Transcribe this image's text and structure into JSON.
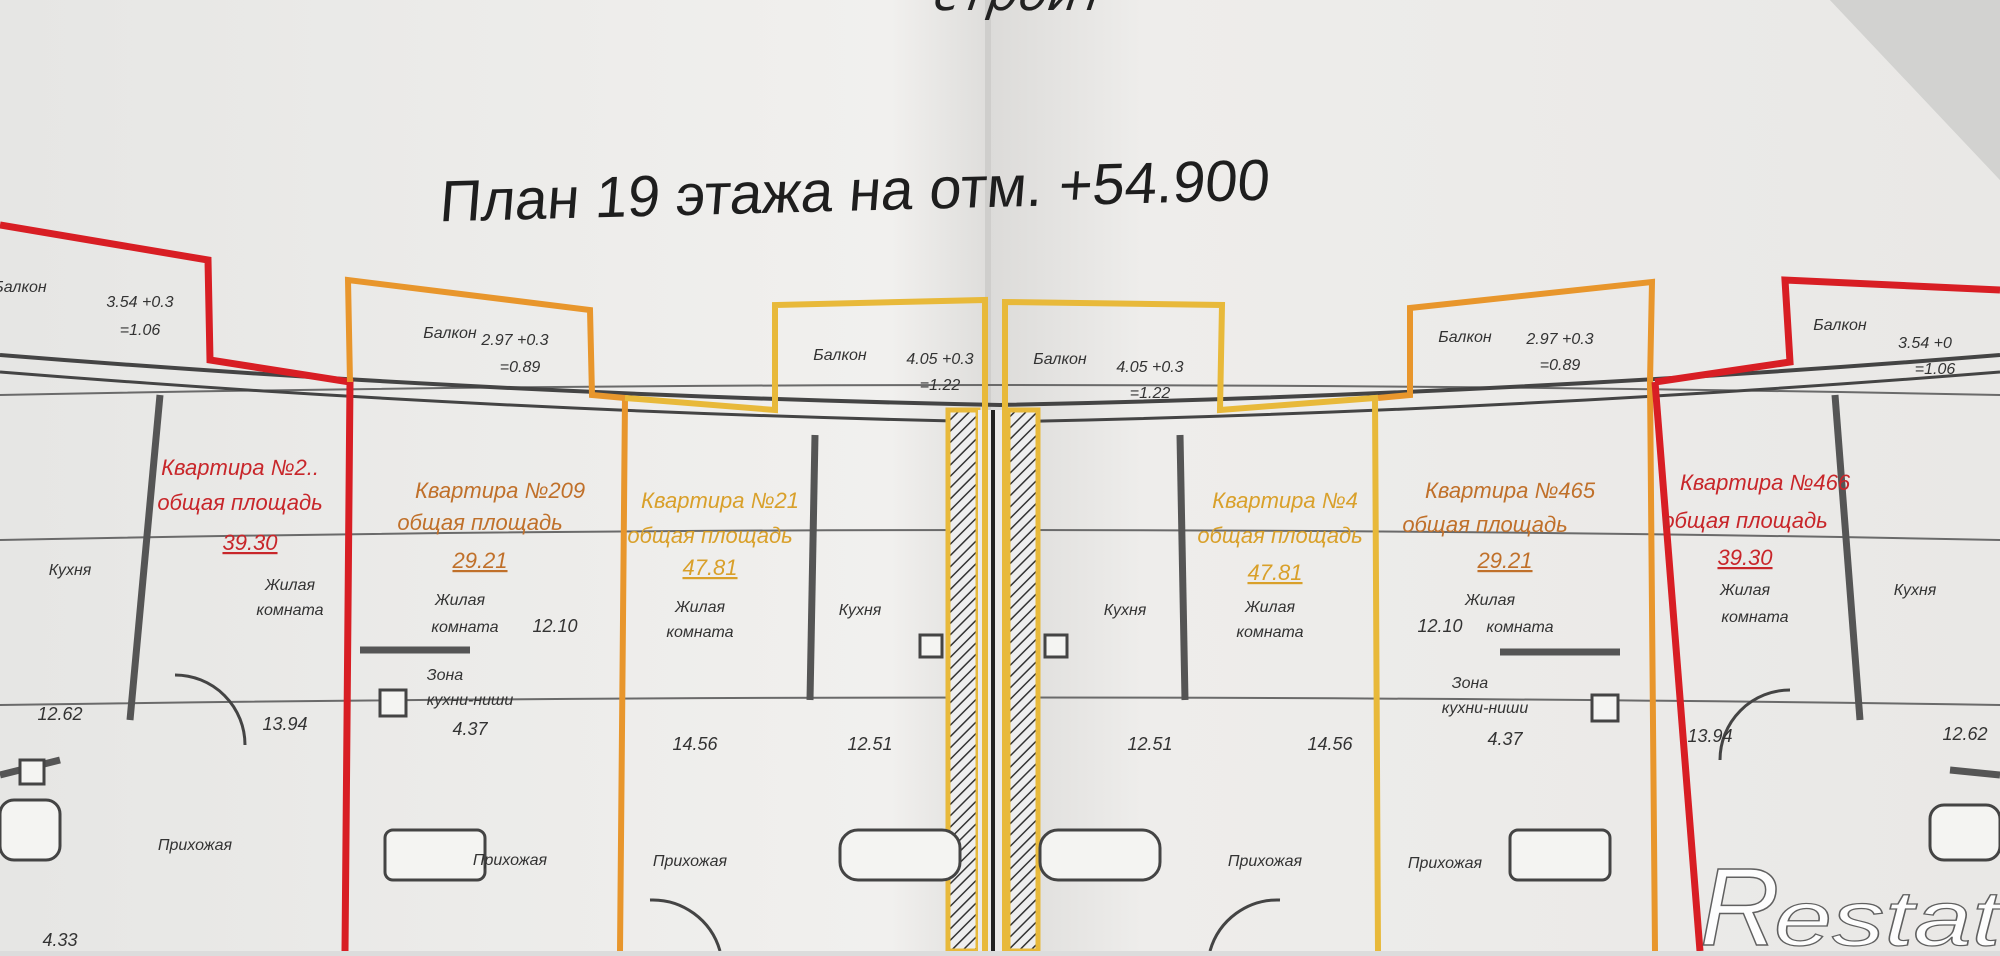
{
  "colors": {
    "paper": "#efeeec",
    "wall": "#5a5a5a",
    "red": "#d81e24",
    "orange": "#e8962c",
    "yellow": "#e8b93a",
    "red_text": "#c8262a",
    "orange_text": "#c0702a",
    "yellow_text": "#d9a02a"
  },
  "plan": {
    "title_partial": "строит",
    "title": "План  19 этажа на отм. +54.900"
  },
  "apartments": [
    {
      "label": "Квартира №2..",
      "area_label": "общая площадь",
      "area": "39.30",
      "color": "red",
      "balcony": {
        "label": "Балкон",
        "dims": "3.54 +0.3",
        "area": "=1.06"
      },
      "rooms": [
        "Кухня",
        "Жилая",
        "комната",
        "Прихожая"
      ],
      "numbers": [
        "12.62",
        "13.94",
        "4.33"
      ]
    },
    {
      "label": "Квартира №209",
      "area_label": "общая площадь",
      "area": "29.21",
      "color": "orange",
      "balcony": {
        "label": "Балкон",
        "dims": "2.97 +0.3",
        "area": "=0.89"
      },
      "rooms": [
        "Жилая",
        "комната",
        "Зона",
        "кухни-ниши",
        "Прихожая"
      ],
      "numbers": [
        "12.10",
        "4.37"
      ]
    },
    {
      "label": "Квартира №21",
      "area_label": "общая площадь",
      "area": "47.81",
      "color": "yellow",
      "balcony": {
        "label": "Балкон",
        "dims": "4.05 +0.3",
        "area": "=1.22"
      },
      "rooms": [
        "Жилая",
        "комната",
        "Кухня",
        "Прихожая"
      ],
      "numbers": [
        "14.56",
        "12.51"
      ]
    },
    {
      "label": "Квартира №4",
      "area_label": "общая площадь",
      "area": "47.81",
      "color": "yellow",
      "balcony": {
        "label": "Балкон",
        "dims": "4.05 +0.3",
        "area": "=1.22"
      },
      "rooms": [
        "Кухня",
        "Жилая",
        "комната",
        "Прихожая"
      ],
      "numbers": [
        "12.51",
        "14.56"
      ]
    },
    {
      "label": "Квартира №465",
      "area_label": "общая площадь",
      "area": "29.21",
      "color": "orange",
      "balcony": {
        "label": "Балкон",
        "dims": "2.97 +0.3",
        "area": "=0.89"
      },
      "rooms": [
        "Жилая",
        "комната",
        "Зона",
        "кухни-ниши",
        "Прихожая"
      ],
      "numbers": [
        "12.10",
        "4.37"
      ]
    },
    {
      "label": "Квартира №466",
      "area_label": "общая площадь",
      "area": "39.30",
      "color": "red",
      "balcony": {
        "label": "Балкон",
        "dims": "3.54 +0",
        "area": "=1.06"
      },
      "rooms": [
        "Жилая",
        "комната",
        "Кухня"
      ],
      "numbers": [
        "13.94",
        "12.62"
      ]
    }
  ],
  "watermark": {
    "text": "Restate",
    "r_letter": "R"
  }
}
